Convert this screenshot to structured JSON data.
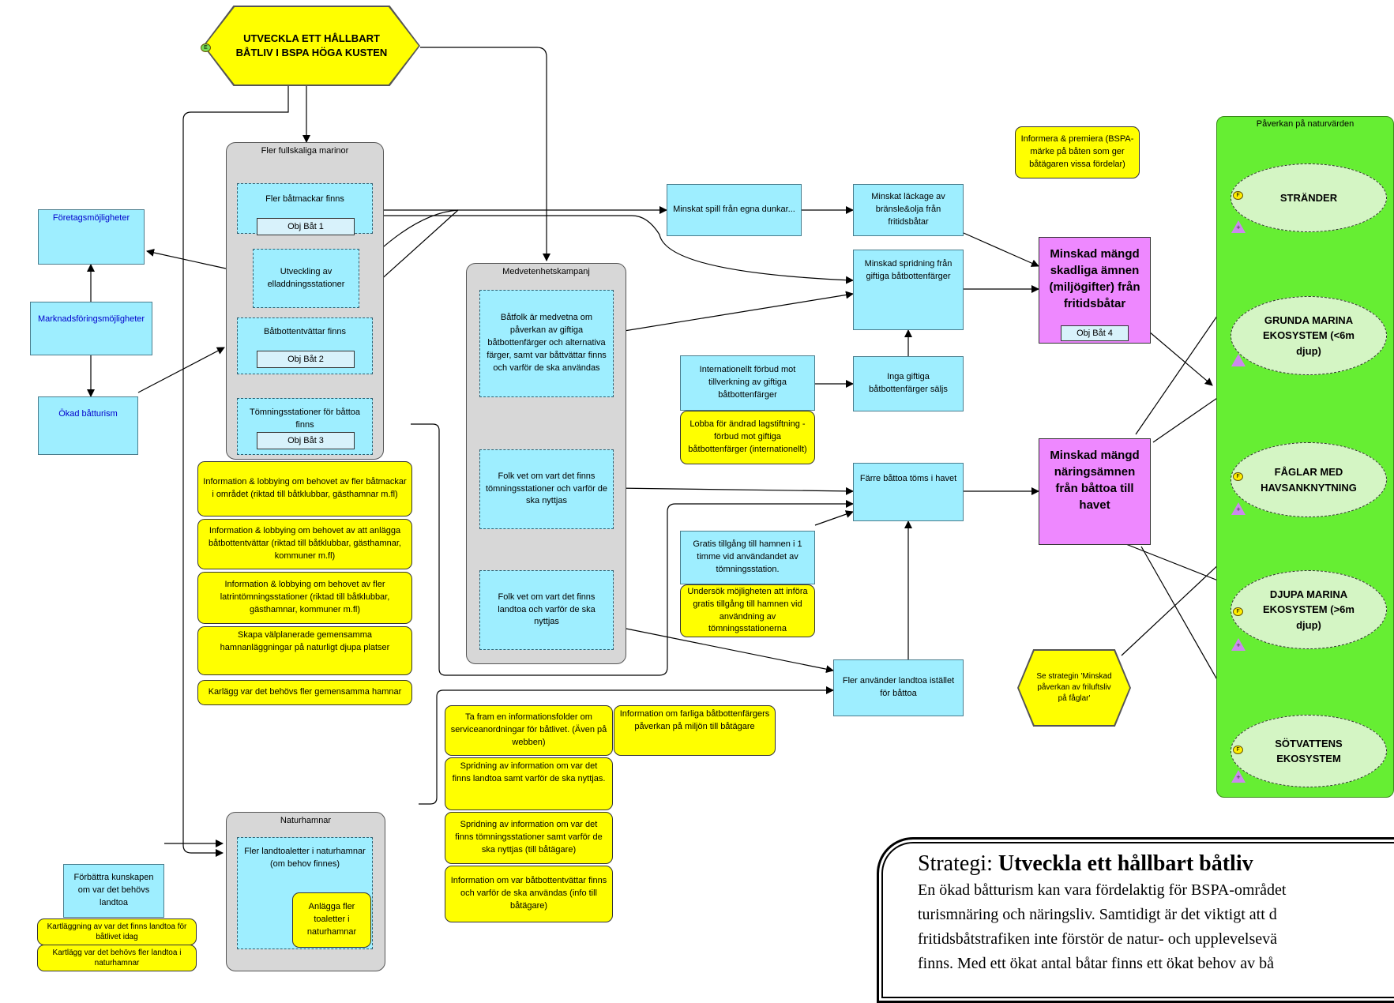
{
  "main_goal": "UTVECKLA ETT HÅLLBART BÅTLIV I BSPA HÖGA KUSTEN",
  "groups": {
    "marinor": "Fler fullskaliga marinor",
    "kampanj": "Medvetenhetskampanj",
    "naturhamnar": "Naturhamnar"
  },
  "left_links": {
    "foretag": "Företagsmöjligheter",
    "marknad": "Marknadsföringsmöjligheter",
    "turism": "Ökad båtturism"
  },
  "marinor_items": {
    "batmackar": "Fler båtmackar finns",
    "obj1": "Obj Båt 1",
    "elladdning": "Utveckling av elladdningsstationer",
    "battvattar": "Båtbottentvättar finns",
    "obj2": "Obj Båt 2",
    "tomning": "Tömningsstationer för båttoa finns",
    "obj3": "Obj Båt 3"
  },
  "marinor_yellow": {
    "y1": "Information & lobbying om behovet av fler båtmackar i området (riktad till båtklubbar, gästhamnar m.fl)",
    "y2": "Information & lobbying om behovet av att anlägga båtbottentvättar (riktad till båtklubbar, gästhamnar, kommuner m.fl)",
    "y3": "Information & lobbying om behovet av fler latrintömningsstationer (riktad till båtklubbar, gästhamnar, kommuner m.fl)",
    "y4": "Skapa välplanerade gemensamma hamnanläggningar på naturligt djupa platser",
    "y5": "Karlägg var det behövs fler gemensamma hamnar"
  },
  "kampanj_items": {
    "k1": "Båtfolk är medvetna om påverkan av giftiga båtbottenfärger och alternativa färger, samt var båttvättar finns och varför de ska användas",
    "k2": "Folk vet om vart det finns tömningsstationer och varför de ska nyttjas",
    "k3": "Folk vet om vart det finns landtoa och varför de ska nyttjas"
  },
  "naturhamnar_items": {
    "n1": "Fler landtoaletter i naturhamnar (om behov finnes)",
    "n2": "Anlägga fler toaletter i naturhamnar",
    "forbattra": "Förbättra kunskapen om var det behövs landtoa",
    "ny1": "Kartläggning av var det finns landtoa för båtlivet idag",
    "ny2": "Kartlägg var det behövs fler landtoa i naturhamnar"
  },
  "middle": {
    "spill": "Minskat spill från egna dunkar...",
    "lackage": "Minskat läckage av bränsle&olja från fritidsbåtar",
    "spridning": "Minskad spridning från giftiga båtbottenfärger",
    "inga": "Inga giftiga båtbottenfärger säljs",
    "forbud": "Internationellt förbud mot tillverkning av giftiga båtbottenfärger",
    "lobba": "Lobba för ändrad lagstiftning -förbud mot giftiga båtbottenfärger (internationellt)",
    "farre": "Färre båttoa töms i havet",
    "gratis": "Gratis tillgång till hamnen i 1 timme vid användandet av tömningsstation.",
    "undersok": "Undersök möjligheten att införa gratis tillgång till hamnen vid användning av tömningsstationerna",
    "landtoa": "Fler använder landtoa istället för båttoa",
    "informera": "Informera & premiera (BSPA-märke på båten som ger båtägaren vissa fördelar)",
    "se_strategin": "Se strategin 'Minskad påverkan av friluftsliv på fåglar'"
  },
  "info_boxes": {
    "i1": "Ta fram en informationsfolder om serviceanordningar för båtlivet. (Även på webben)",
    "i2": "Information om farliga båtbottenfärgers påverkan på miljön till båtägare",
    "i3": "Spridning av information om var det finns landtoa samt varför de ska nyttjas.",
    "i4": "Spridning av information om var det finns tömningsstationer samt varför de ska nyttjas (till båtägare)",
    "i5": "Information om var båtbottentvättar finns och varför de ska användas (info till båtägare)"
  },
  "outcomes": {
    "gifter": "Minskad mängd skadliga ämnen (miljögifter) från fritidsbåtar",
    "obj4": "Obj Båt 4",
    "naring": "Minskad mängd näringsämnen från båttoa till havet"
  },
  "natur": {
    "title": "Påverkan på naturvärden",
    "e1": "STRÄNDER",
    "e2": "GRUNDA MARINA EKOSYSTEM (<6m djup)",
    "e3": "FÅGLAR MED HAVSANKNYTNING",
    "e4": "DJUPA MARINA EKOSYSTEM (>6m djup)",
    "e5": "SÖTVATTENS EKOSYSTEM"
  },
  "strategy": {
    "label": "Strategi: ",
    "title": "Utveckla ett hållbart båtliv",
    "line1": "En ökad båtturism kan vara fördelaktig för BSPA-området",
    "line2": "turismnäring och näringsliv. Samtidigt är det viktigt att d",
    "line3": "fritidsbåtstrafiken inte förstör de natur- och upplevelsevä",
    "line4": "finns. Med ett ökat antal båtar finns ett ökat behov av bå"
  }
}
